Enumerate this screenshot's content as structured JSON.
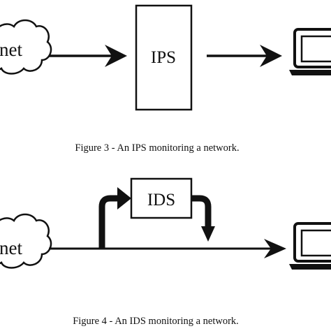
{
  "figure3": {
    "cloud_label": "net",
    "box_label": "IPS",
    "caption": "Figure 3 - An IPS monitoring a network."
  },
  "figure4": {
    "cloud_label": "net",
    "box_label": "IDS",
    "caption": "Figure 4 - An IDS monitoring a network."
  },
  "icons": [
    "cloud-icon",
    "arrow-icon",
    "computer-icon"
  ],
  "colors": {
    "ink": "#111111",
    "background": "#ffffff"
  }
}
